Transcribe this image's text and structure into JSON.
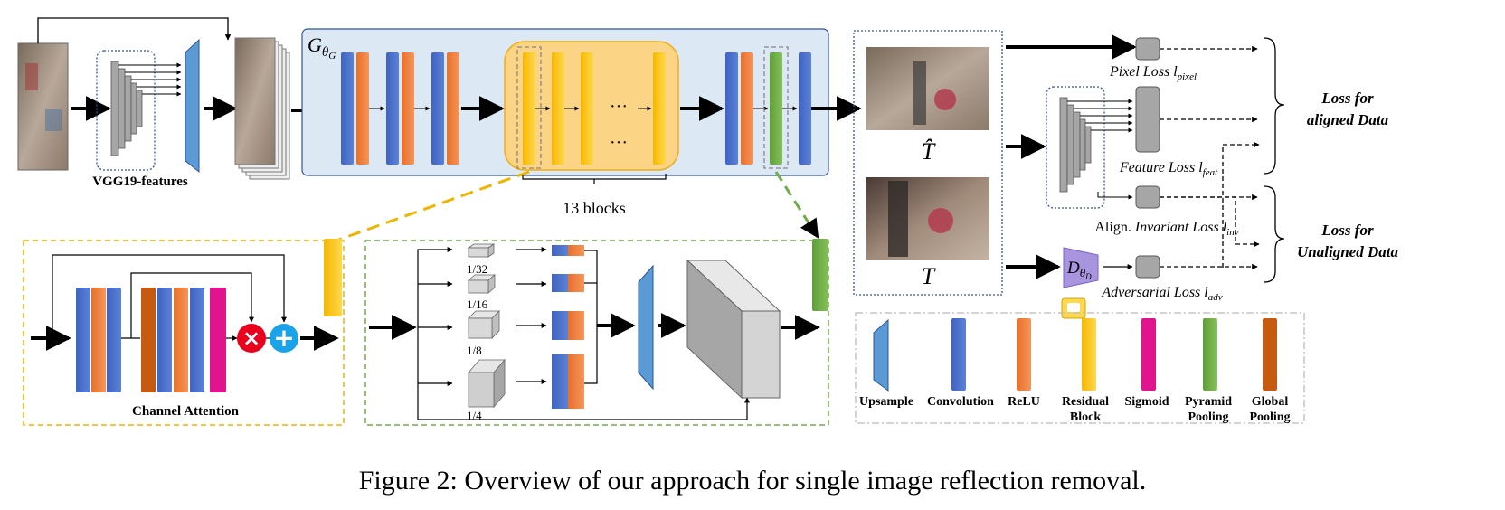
{
  "caption": "Figure 2: Overview of our approach for single image reflection removal.",
  "encoder": {
    "label": "VGG19-features"
  },
  "generator": {
    "label_main": "G",
    "label_sub": "θ",
    "label_subsub": "G",
    "dots_row1": "···",
    "dots_row2": "···",
    "residual_count_label": "13 blocks"
  },
  "outputs": {
    "estimated_label": "T̂",
    "target_label": "T"
  },
  "discriminator": {
    "label_main": "D",
    "label_sub": "θ",
    "label_subsub": "D"
  },
  "losses": {
    "pixel": "Pixel Loss l",
    "pixel_sub": "pixel",
    "feature": "Feature Loss l",
    "feature_sub": "feat",
    "invariant_prefix": "Align.",
    "invariant": "Invariant Loss l",
    "invariant_sub": "inv",
    "adversarial": "Adversarial Loss l",
    "adversarial_sub": "adv",
    "group_aligned_1": "Loss for",
    "group_aligned_2": "aligned Data",
    "group_unaligned_1": "Loss for",
    "group_unaligned_2": "Unaligned Data"
  },
  "channel_attention": {
    "label": "Channel Attention",
    "mult_symbol": "×",
    "add_symbol": "+"
  },
  "pyramid": {
    "scales": [
      "1/32",
      "1/16",
      "1/8",
      "1/4"
    ]
  },
  "legend": {
    "items": [
      {
        "label_1": "Upsample",
        "label_2": "",
        "color": "#5b9bd5"
      },
      {
        "label_1": "Convolution",
        "label_2": "",
        "color": "#4472c4"
      },
      {
        "label_1": "ReLU",
        "label_2": "",
        "color": "#ed7d31"
      },
      {
        "label_1": "Residual",
        "label_2": "Block",
        "color": "#ffc000"
      },
      {
        "label_1": "Sigmoid",
        "label_2": "",
        "color": "#e0148c"
      },
      {
        "label_1": "Pyramid",
        "label_2": "Pooling",
        "color": "#70ad47"
      },
      {
        "label_1": "Global",
        "label_2": "Pooling",
        "color": "#c55a11"
      }
    ]
  }
}
